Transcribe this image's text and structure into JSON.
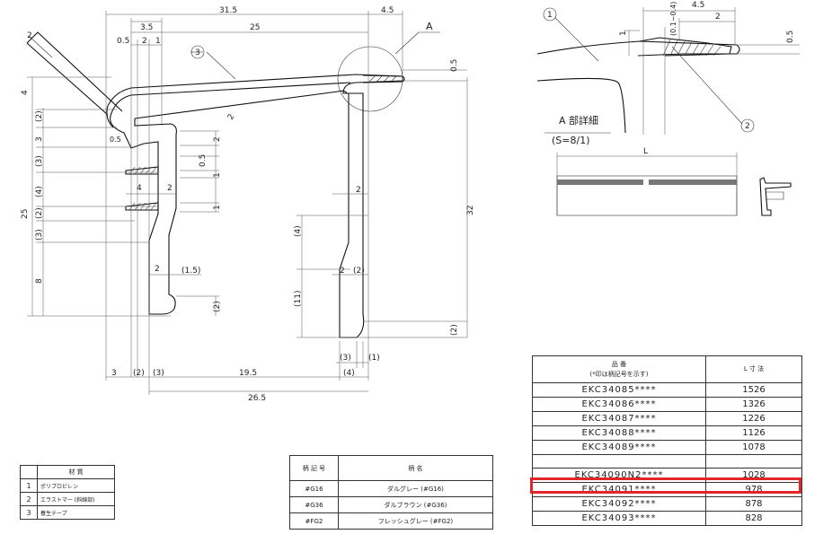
{
  "drawing": {
    "dims": {
      "top_total": "31.5",
      "top_right": "4.5",
      "top_mid": "25",
      "top_35": "3.5",
      "top_05": "0.5",
      "top_2": "2",
      "top_1": "1",
      "right_05": "0.5",
      "left_4": "4",
      "left_2a": "(2)",
      "left_3": "3",
      "left_3b": "(3)",
      "left_4b": "(4)",
      "left_2c": "(2)",
      "left_3c": "(3)",
      "left_8": "8",
      "left_25": "25",
      "chamfer_05": "0.5",
      "small_2a": "2",
      "small_05": "0.5",
      "small_1a": "1",
      "small_4": "4",
      "small_2b": "2",
      "small_1b": "1",
      "diag_2": "2",
      "mid_2": "2",
      "mid_15": "(1.5)",
      "right_2": "(2)",
      "r_2": "2",
      "r_4": "(4)",
      "r_11": "(11)",
      "r_2b": "2",
      "r_2c": "(2)",
      "r_32": "32",
      "r_2d": "(2)",
      "b_3": "3",
      "b_2": "(2)",
      "b_3b": "(3)",
      "b_195": "19.5",
      "b_3c": "(3)",
      "b_1": "(1)",
      "b_4": "(4)",
      "b_265": "26.5"
    },
    "callouts": {
      "c1": "1",
      "c2": "2",
      "c3": "3",
      "detail_mark": "A"
    },
    "detail": {
      "dim_45": "4.5",
      "dim_2": "2",
      "dim_01": "(0.1~0.4)",
      "dim_1": "1",
      "dim_05": "0.5",
      "title": "A 部詳細",
      "scale": "(S=8/1)"
    },
    "length_label": "L"
  },
  "materials": {
    "header": "材 質",
    "rows": [
      {
        "num": "1",
        "name": "ポリプロピレン"
      },
      {
        "num": "2",
        "name": "エラストマー (斜線部)"
      },
      {
        "num": "3",
        "name": "養生テープ"
      }
    ]
  },
  "colors": {
    "headers": [
      "柄 記 号",
      "柄 名"
    ],
    "rows": [
      [
        "#G16",
        "ダルグレー (#G16)"
      ],
      [
        "#G36",
        "ダルブラウン (#G36)"
      ],
      [
        "#FG2",
        "フレッシュグレー (#FG2)"
      ]
    ]
  },
  "parts": {
    "header_part": "品 番",
    "header_note": "(*印は柄記号を示す)",
    "header_length": "L 寸 法",
    "rows": [
      {
        "part": "EKC34085****",
        "length": "1526"
      },
      {
        "part": "EKC34086****",
        "length": "1326"
      },
      {
        "part": "EKC34087****",
        "length": "1226"
      },
      {
        "part": "EKC34088****",
        "length": "1126"
      },
      {
        "part": "EKC34089****",
        "length": "1078"
      },
      {
        "part": "EKC34090N2****",
        "length": "1028"
      },
      {
        "part": "EKC34091****",
        "length": "978"
      },
      {
        "part": "EKC34092****",
        "length": "878"
      },
      {
        "part": "EKC34093****",
        "length": "828"
      }
    ],
    "highlight_color": "#e0262b"
  }
}
